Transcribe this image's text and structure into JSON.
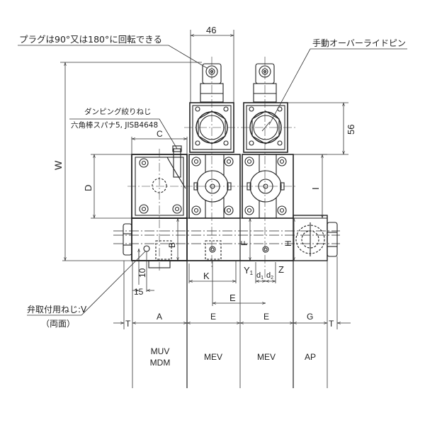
{
  "callouts": {
    "plug_rotate": "プラグは90°又は180°に回転できる",
    "manual_override": "手動オーバーライドピン",
    "damping_title": "ダンピング絞りねじ",
    "damping_spec": "六角棒スパナ5, JISB4648",
    "mount_screw": "弁取付用ねじ:V",
    "mount_screw_sub": "（両面）"
  },
  "dimensions": {
    "width_46": "46",
    "height_56": "56",
    "W": "W",
    "C": "C",
    "D": "D",
    "B": "B",
    "I": "I",
    "F": "F",
    "H": "H",
    "K": "K",
    "E_inner": "E",
    "Y1": "Y",
    "Y1_sub": "1",
    "Z": "Z",
    "d1": "d",
    "d1_sub": "1",
    "d2": "d",
    "d2_sub": "2",
    "dim_10": "10",
    "dim_15": "15"
  },
  "bottom_scale": {
    "T_left": "T",
    "T_right": "T",
    "segments": [
      {
        "dim": "A",
        "module": [
          "MUV",
          "MDM"
        ]
      },
      {
        "dim": "E",
        "module": [
          "MEV"
        ]
      },
      {
        "dim": "E",
        "module": [
          "MEV"
        ]
      },
      {
        "dim": "G",
        "module": [
          "AP"
        ]
      }
    ]
  }
}
